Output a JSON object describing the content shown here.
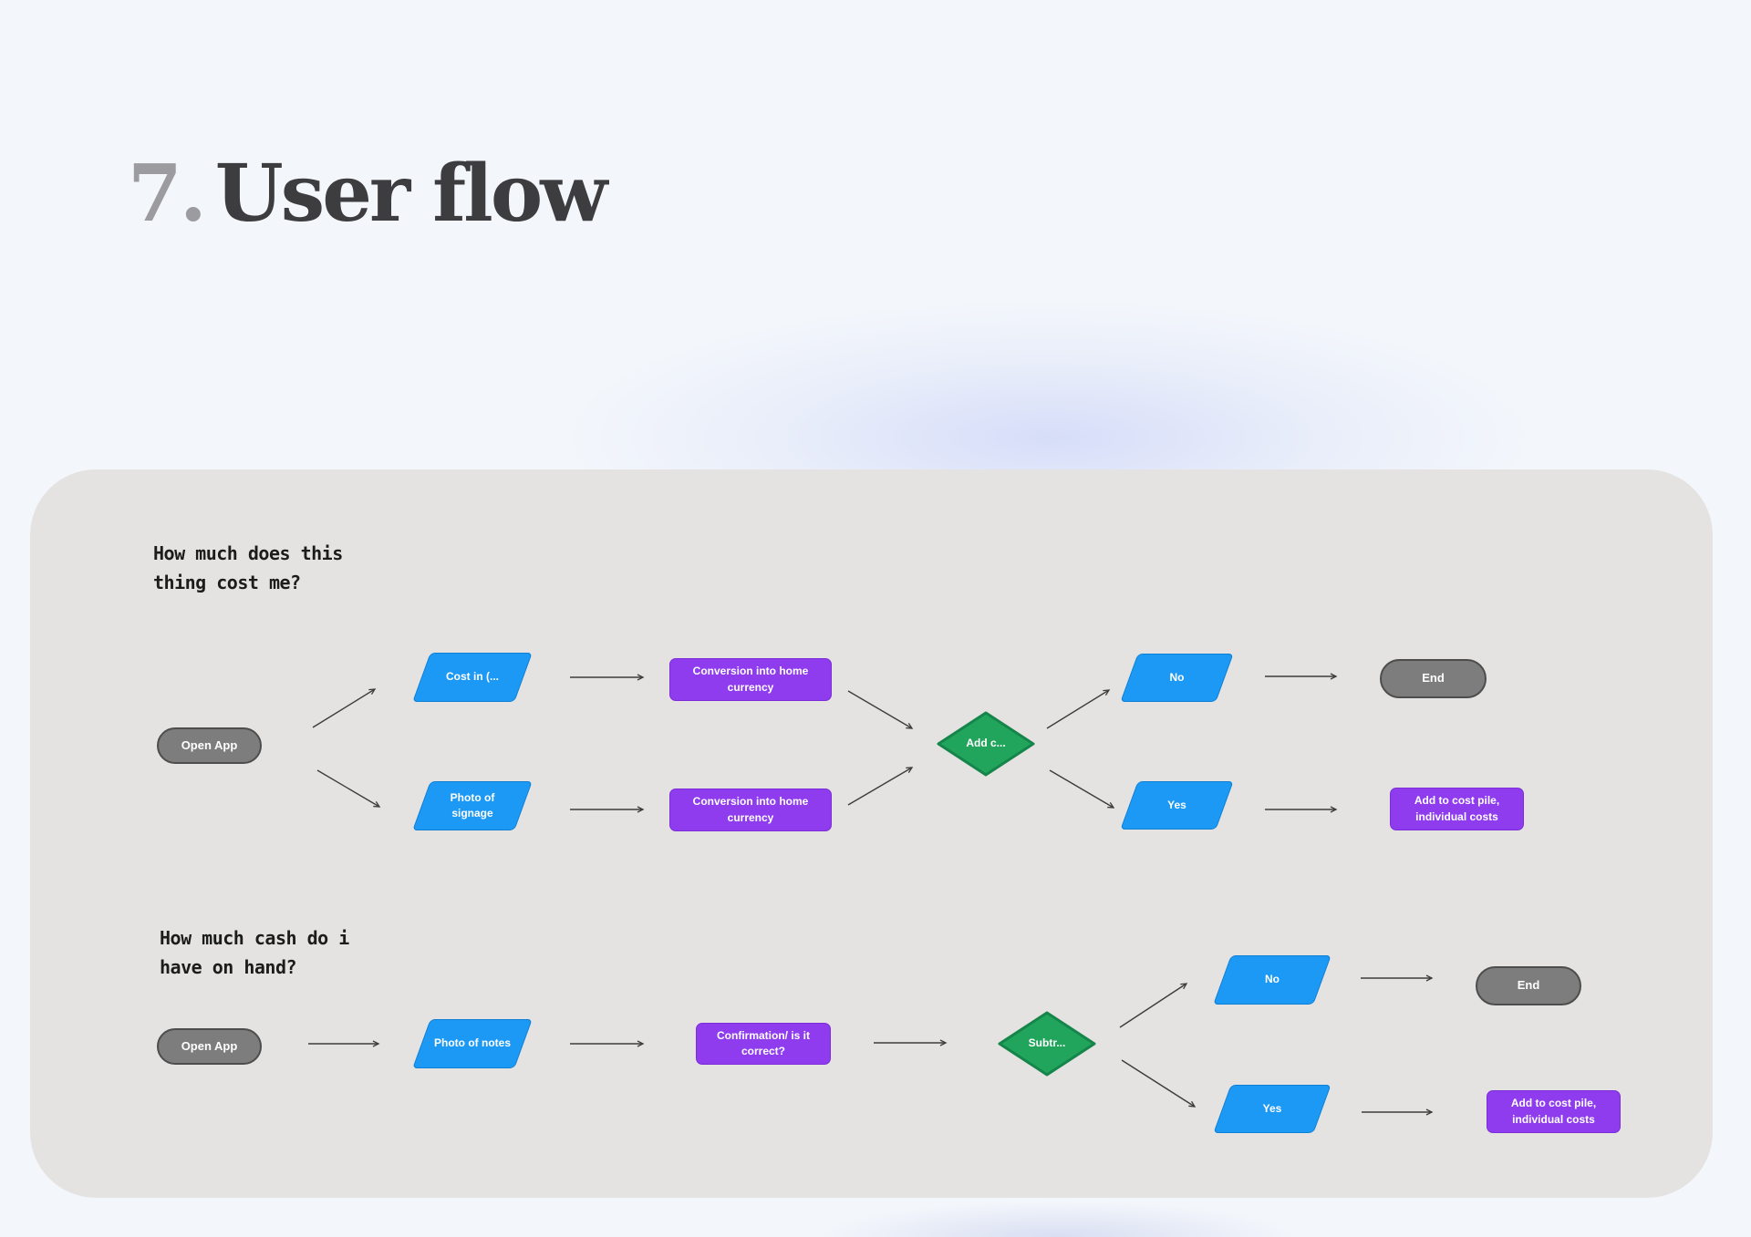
{
  "page": {
    "title_number": "7.",
    "title_text": "User flow"
  },
  "colors": {
    "background": "#f3f6fb",
    "panel": "#e4e3e2",
    "terminal_gray": "#7d7d7d",
    "terminal_border": "#4d4d4d",
    "io_blue": "#1c99f4",
    "process_purple": "#8f3bee",
    "decision_green": "#21a45c",
    "arrow": "#3c3c3c",
    "title_number_gray": "#9c9ca0",
    "title_text_dark": "#3d3d40"
  },
  "flow_cost": {
    "question": "How much does this\nthing cost me?",
    "open_app": "Open App",
    "cost_in": "Cost in (...",
    "photo_signage": "Photo of signage",
    "conversion_top": "Conversion into home currency",
    "conversion_bottom": "Conversion into home currency",
    "decision": "Add c...",
    "no": "No",
    "yes": "Yes",
    "end": "End",
    "add_pile": "Add to cost pile, individual costs"
  },
  "flow_cash": {
    "question": "How much cash do i\nhave on hand?",
    "open_app": "Open App",
    "photo_notes": "Photo of notes",
    "confirmation": "Confirmation/ is it correct?",
    "decision": "Subtr...",
    "no": "No",
    "yes": "Yes",
    "end": "End",
    "add_pile": "Add to cost pile, individual costs"
  }
}
